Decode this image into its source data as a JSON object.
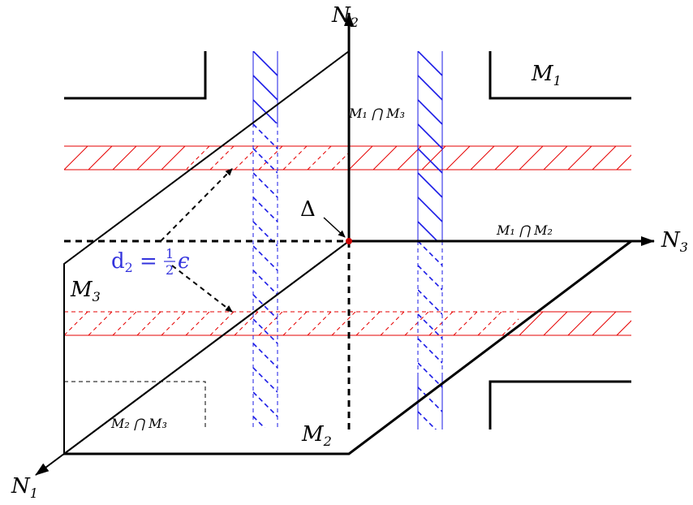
{
  "labels": {
    "n1": "N",
    "n1_sub": "1",
    "n2": "N",
    "n2_sub": "2",
    "n3": "N",
    "n3_sub": "3",
    "m1": "M",
    "m1_sub": "1",
    "m2": "M",
    "m2_sub": "2",
    "m3": "M",
    "m3_sub": "3",
    "delta": "Δ",
    "m1m3": "M₁ ⋂ M₃",
    "m1m2": "M₁ ⋂ M₂",
    "m2m3": "M₂ ⋂ M₃",
    "d2_main": "d",
    "d2_sub": "2",
    "d2_eq": "=",
    "d2_num": "1",
    "d2_den": "2",
    "d2_eps": "ϵ"
  },
  "colors": {
    "ink": "#000000",
    "blue": "#1a1ae6",
    "red": "#e60000",
    "origin_dot": "#cc0000",
    "d2_text": "#3333dd"
  }
}
